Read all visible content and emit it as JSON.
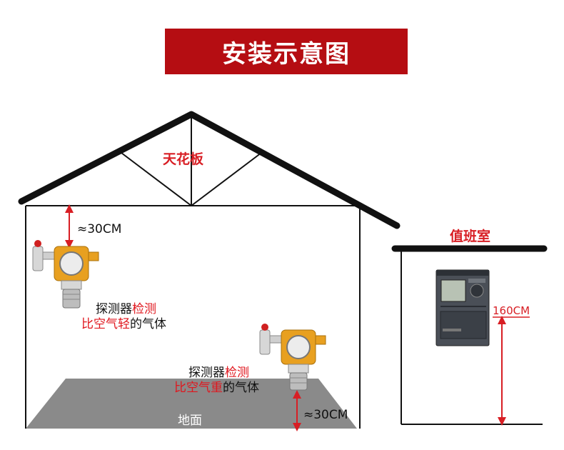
{
  "title": "安装示意图",
  "labels": {
    "ceiling": "天花板",
    "duty_room": "值班室",
    "floor": "地面",
    "top_distance": "≈30CM",
    "bottom_distance": "≈30CM",
    "controller_height": "160CM"
  },
  "detector_light": {
    "line1_black": "探测器",
    "line1_red": "检测",
    "line2_red": "比空气轻",
    "line2_black": "的气体"
  },
  "detector_heavy": {
    "line1_black": "探测器",
    "line1_red": "检测",
    "line2_red": "比空气重",
    "line2_black": "的气体"
  },
  "colors": {
    "banner": "#b50d12",
    "accent_red": "#e0161d",
    "detector_body": "#e8a020",
    "floor": "#888888"
  }
}
